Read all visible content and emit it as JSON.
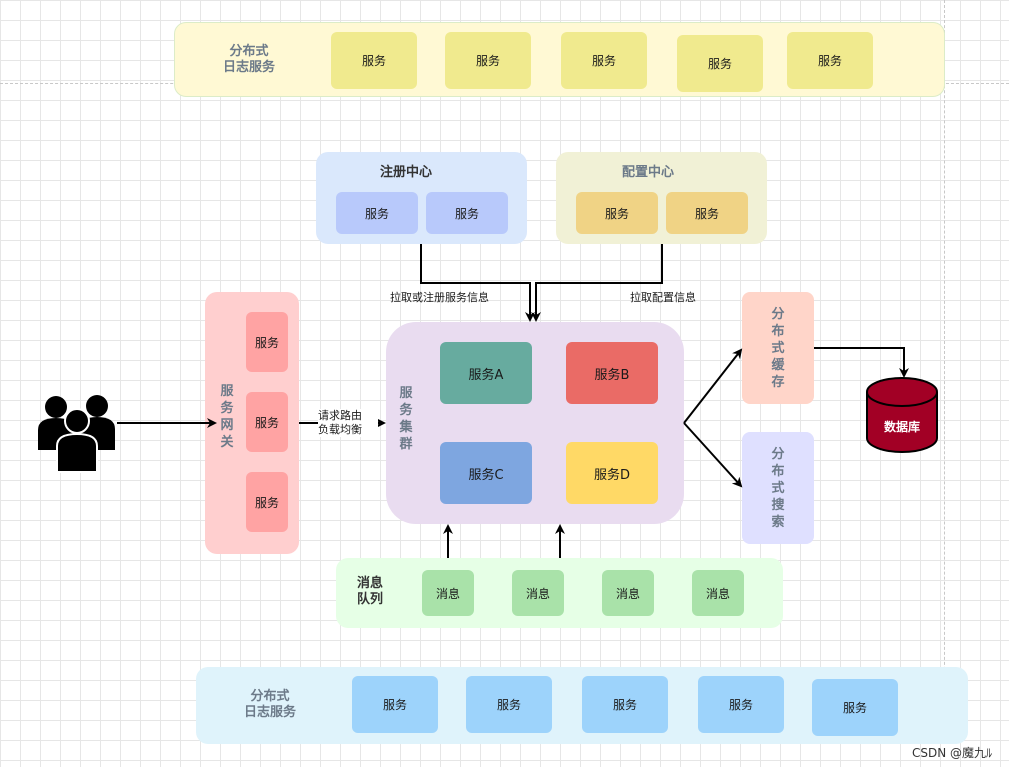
{
  "top_log": {
    "title": "分布式\n日志服务",
    "items": [
      "服务",
      "服务",
      "服务",
      "服务",
      "服务"
    ]
  },
  "registry": {
    "title": "注册中心",
    "items": [
      "服务",
      "服务"
    ]
  },
  "config": {
    "title": "配置中心",
    "items": [
      "服务",
      "服务"
    ]
  },
  "gateway": {
    "title": "服务网关",
    "items": [
      "服务",
      "服务",
      "服务"
    ]
  },
  "cluster": {
    "title": "服务集群",
    "items": [
      "服务A",
      "服务B",
      "服务C",
      "服务D"
    ]
  },
  "cache": {
    "title": "分布式缓存"
  },
  "search": {
    "title": "分布式搜索"
  },
  "database": {
    "label": "数据库"
  },
  "mq": {
    "title": "消息\n队列",
    "items": [
      "消息",
      "消息",
      "消息",
      "消息"
    ]
  },
  "bottom_log": {
    "title": "分布式\n日志服务",
    "items": [
      "服务",
      "服务",
      "服务",
      "服务",
      "服务"
    ]
  },
  "edges": {
    "pull_register": "拉取或注册服务信息",
    "pull_config": "拉取配置信息",
    "route": "请求路由\n负载均衡"
  },
  "watermark": "CSDN @魔九ﾙ",
  "colors": {
    "log_top_bg": "#fff9d4",
    "log_top_item": "#f0ea8e",
    "registry_bg": "#dae8fc",
    "registry_item": "#b8c9fb",
    "config_bg": "#f1f1d6",
    "config_item": "#f0d385",
    "gateway_bg": "#ffcfcf",
    "gateway_item": "#ffa3a3",
    "cluster_bg": "#e9dcf0",
    "serviceA": "#67ab9f",
    "serviceB": "#ea6b66",
    "serviceC": "#7ea6e0",
    "serviceD": "#ffd966",
    "cache_bg": "#ffd5c9",
    "search_bg": "#dfe0ff",
    "db_fill": "#a20025",
    "mq_bg": "#e6ffe6",
    "mq_item": "#a9e2a9",
    "log_bottom_bg": "#dff3fb",
    "log_bottom_item": "#9dd3fb"
  }
}
